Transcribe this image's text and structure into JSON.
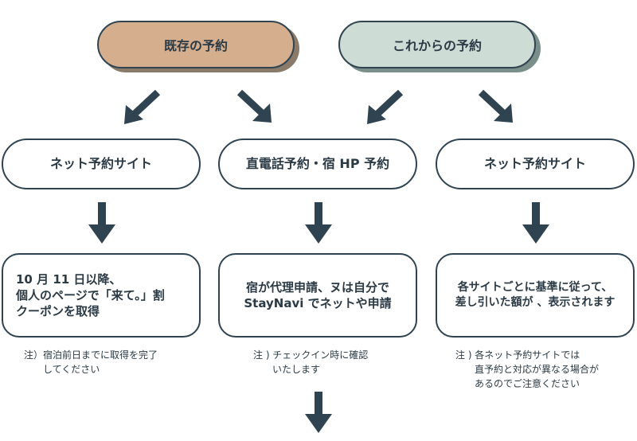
{
  "top": {
    "existing": "既存の予約",
    "future": "これからの予約"
  },
  "columns": [
    {
      "header": "ネット予約サイト",
      "body": "10 月 11 日以降、\n個人のページで「来て。」割\nクーポンを取得",
      "note": "注）宿泊前日までに取得を完了\n　　してください"
    },
    {
      "header": "直電話予約・宿 HP 予約",
      "body": "宿が代理申請、ヌは自分で\nStayNavi でネットや申請",
      "note": "注 ) チェックイン時に確認\n　　いたします"
    },
    {
      "header": "ネット予約サイト",
      "body": "各サイトごとに基準に従って、\n差し引いた額が 、表示されます",
      "note": "注 ) 各ネット予約サイトでは\n　　直予約と対応が異なる場合が\n　　あるのでご注意ください"
    }
  ],
  "colors": {
    "existing_fill": "#d5ae8e",
    "future_fill": "#cddcd5",
    "shadow": "#7a8f8a",
    "stroke": "#2f4450"
  }
}
